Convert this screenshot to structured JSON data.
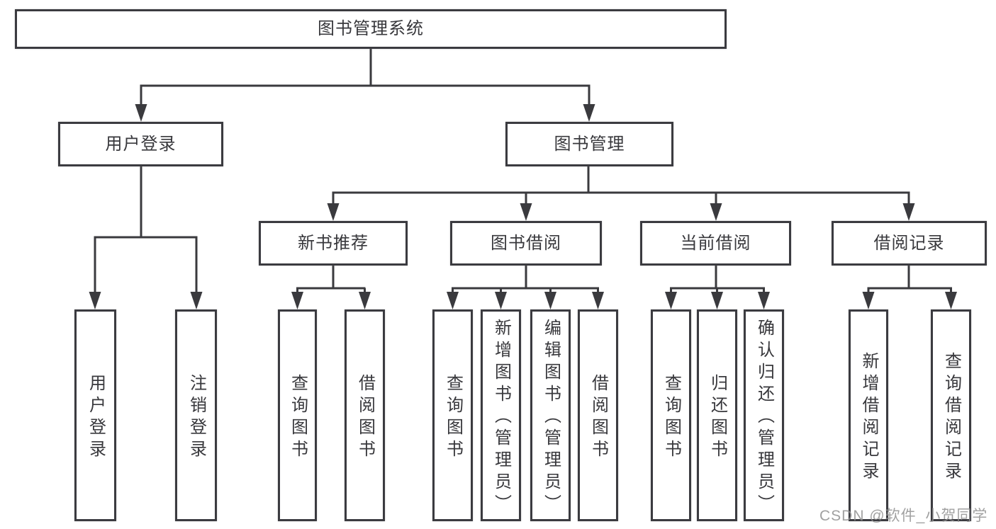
{
  "diagram": {
    "title_note": "functional structure tree of a library management system",
    "colors": {
      "line": "#3a3a3e",
      "box_border": "#3b3b40",
      "text": "#38383c",
      "background": "#ffffff",
      "watermark": "#919191"
    },
    "tree": {
      "root": {
        "label": "图书管理系统"
      },
      "children": [
        {
          "label": "用户登录",
          "children": [
            {
              "label": "用户登录"
            },
            {
              "label": "注销登录"
            }
          ]
        },
        {
          "label": "图书管理",
          "children": [
            {
              "label": "新书推荐",
              "children": [
                {
                  "label": "查询图书"
                },
                {
                  "label": "借阅图书"
                }
              ]
            },
            {
              "label": "图书借阅",
              "children": [
                {
                  "label": "查询图书"
                },
                {
                  "label": "新增图书（管理员）"
                },
                {
                  "label": "编辑图书（管理员）"
                },
                {
                  "label": "借阅图书"
                }
              ]
            },
            {
              "label": "当前借阅",
              "children": [
                {
                  "label": "查询图书"
                },
                {
                  "label": "归还图书"
                },
                {
                  "label": "确认归还（管理员）"
                }
              ]
            },
            {
              "label": "借阅记录",
              "children": [
                {
                  "label": "新增借阅记录"
                },
                {
                  "label": "查询借阅记录"
                }
              ]
            }
          ]
        }
      ]
    }
  },
  "watermark": {
    "text": "CSDN @软件_小贺同学"
  }
}
